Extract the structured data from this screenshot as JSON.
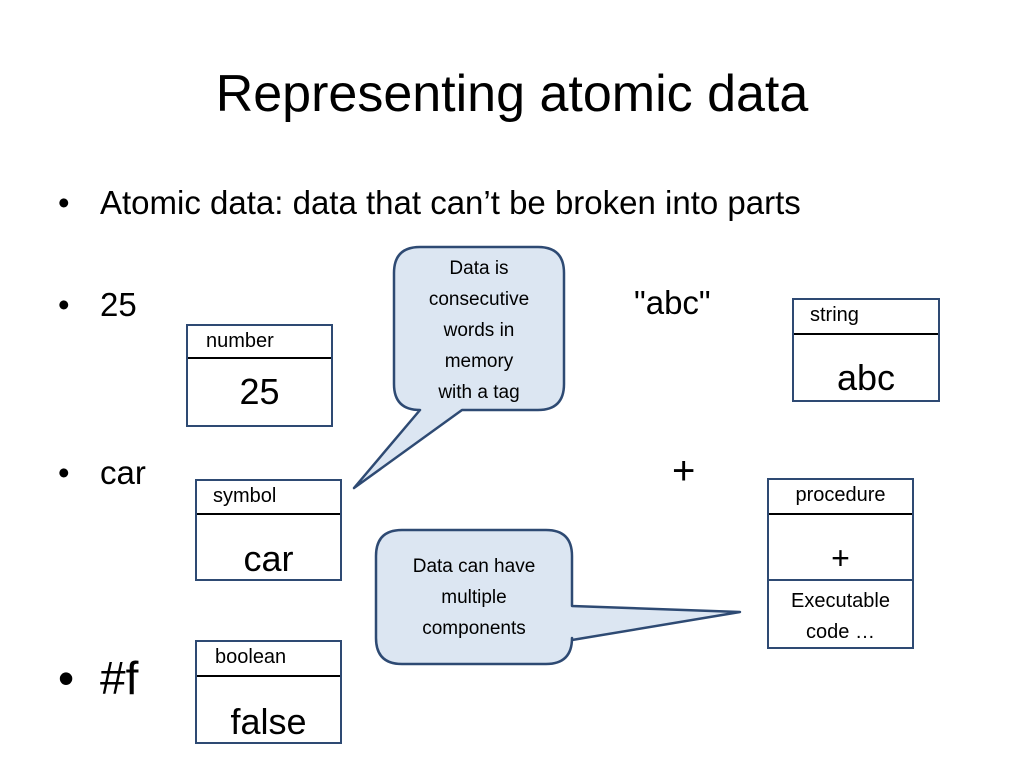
{
  "slide": {
    "title": "Representing atomic data",
    "bullets": [
      {
        "marker": "•",
        "text": "Atomic data: data that can’t be broken into parts"
      },
      {
        "marker": "•",
        "text": "25"
      },
      {
        "marker": "•",
        "text": "car"
      },
      {
        "marker": "•",
        "text": "#f"
      }
    ],
    "labels": {
      "abc_literal": "\"abc\"",
      "plus_literal": "+"
    },
    "boxes": {
      "number": {
        "tag": "number",
        "value": "25"
      },
      "string": {
        "tag": "string",
        "value": "abc"
      },
      "symbol": {
        "tag": "symbol",
        "value": "car"
      },
      "procedure": {
        "tag": "procedure",
        "value": "+",
        "extra_line1": "Executable",
        "extra_line2": "code …"
      },
      "boolean": {
        "tag": "boolean",
        "value": "false"
      }
    },
    "callouts": {
      "memory": {
        "lines": [
          "Data is",
          "consecutive",
          "words in",
          "memory",
          "with a tag"
        ]
      },
      "components": {
        "lines": [
          "Data can have",
          "multiple",
          "components"
        ]
      }
    },
    "colors": {
      "box_border": "#2e4a73",
      "callout_fill": "#dce6f2",
      "callout_stroke": "#2e4a73"
    }
  }
}
